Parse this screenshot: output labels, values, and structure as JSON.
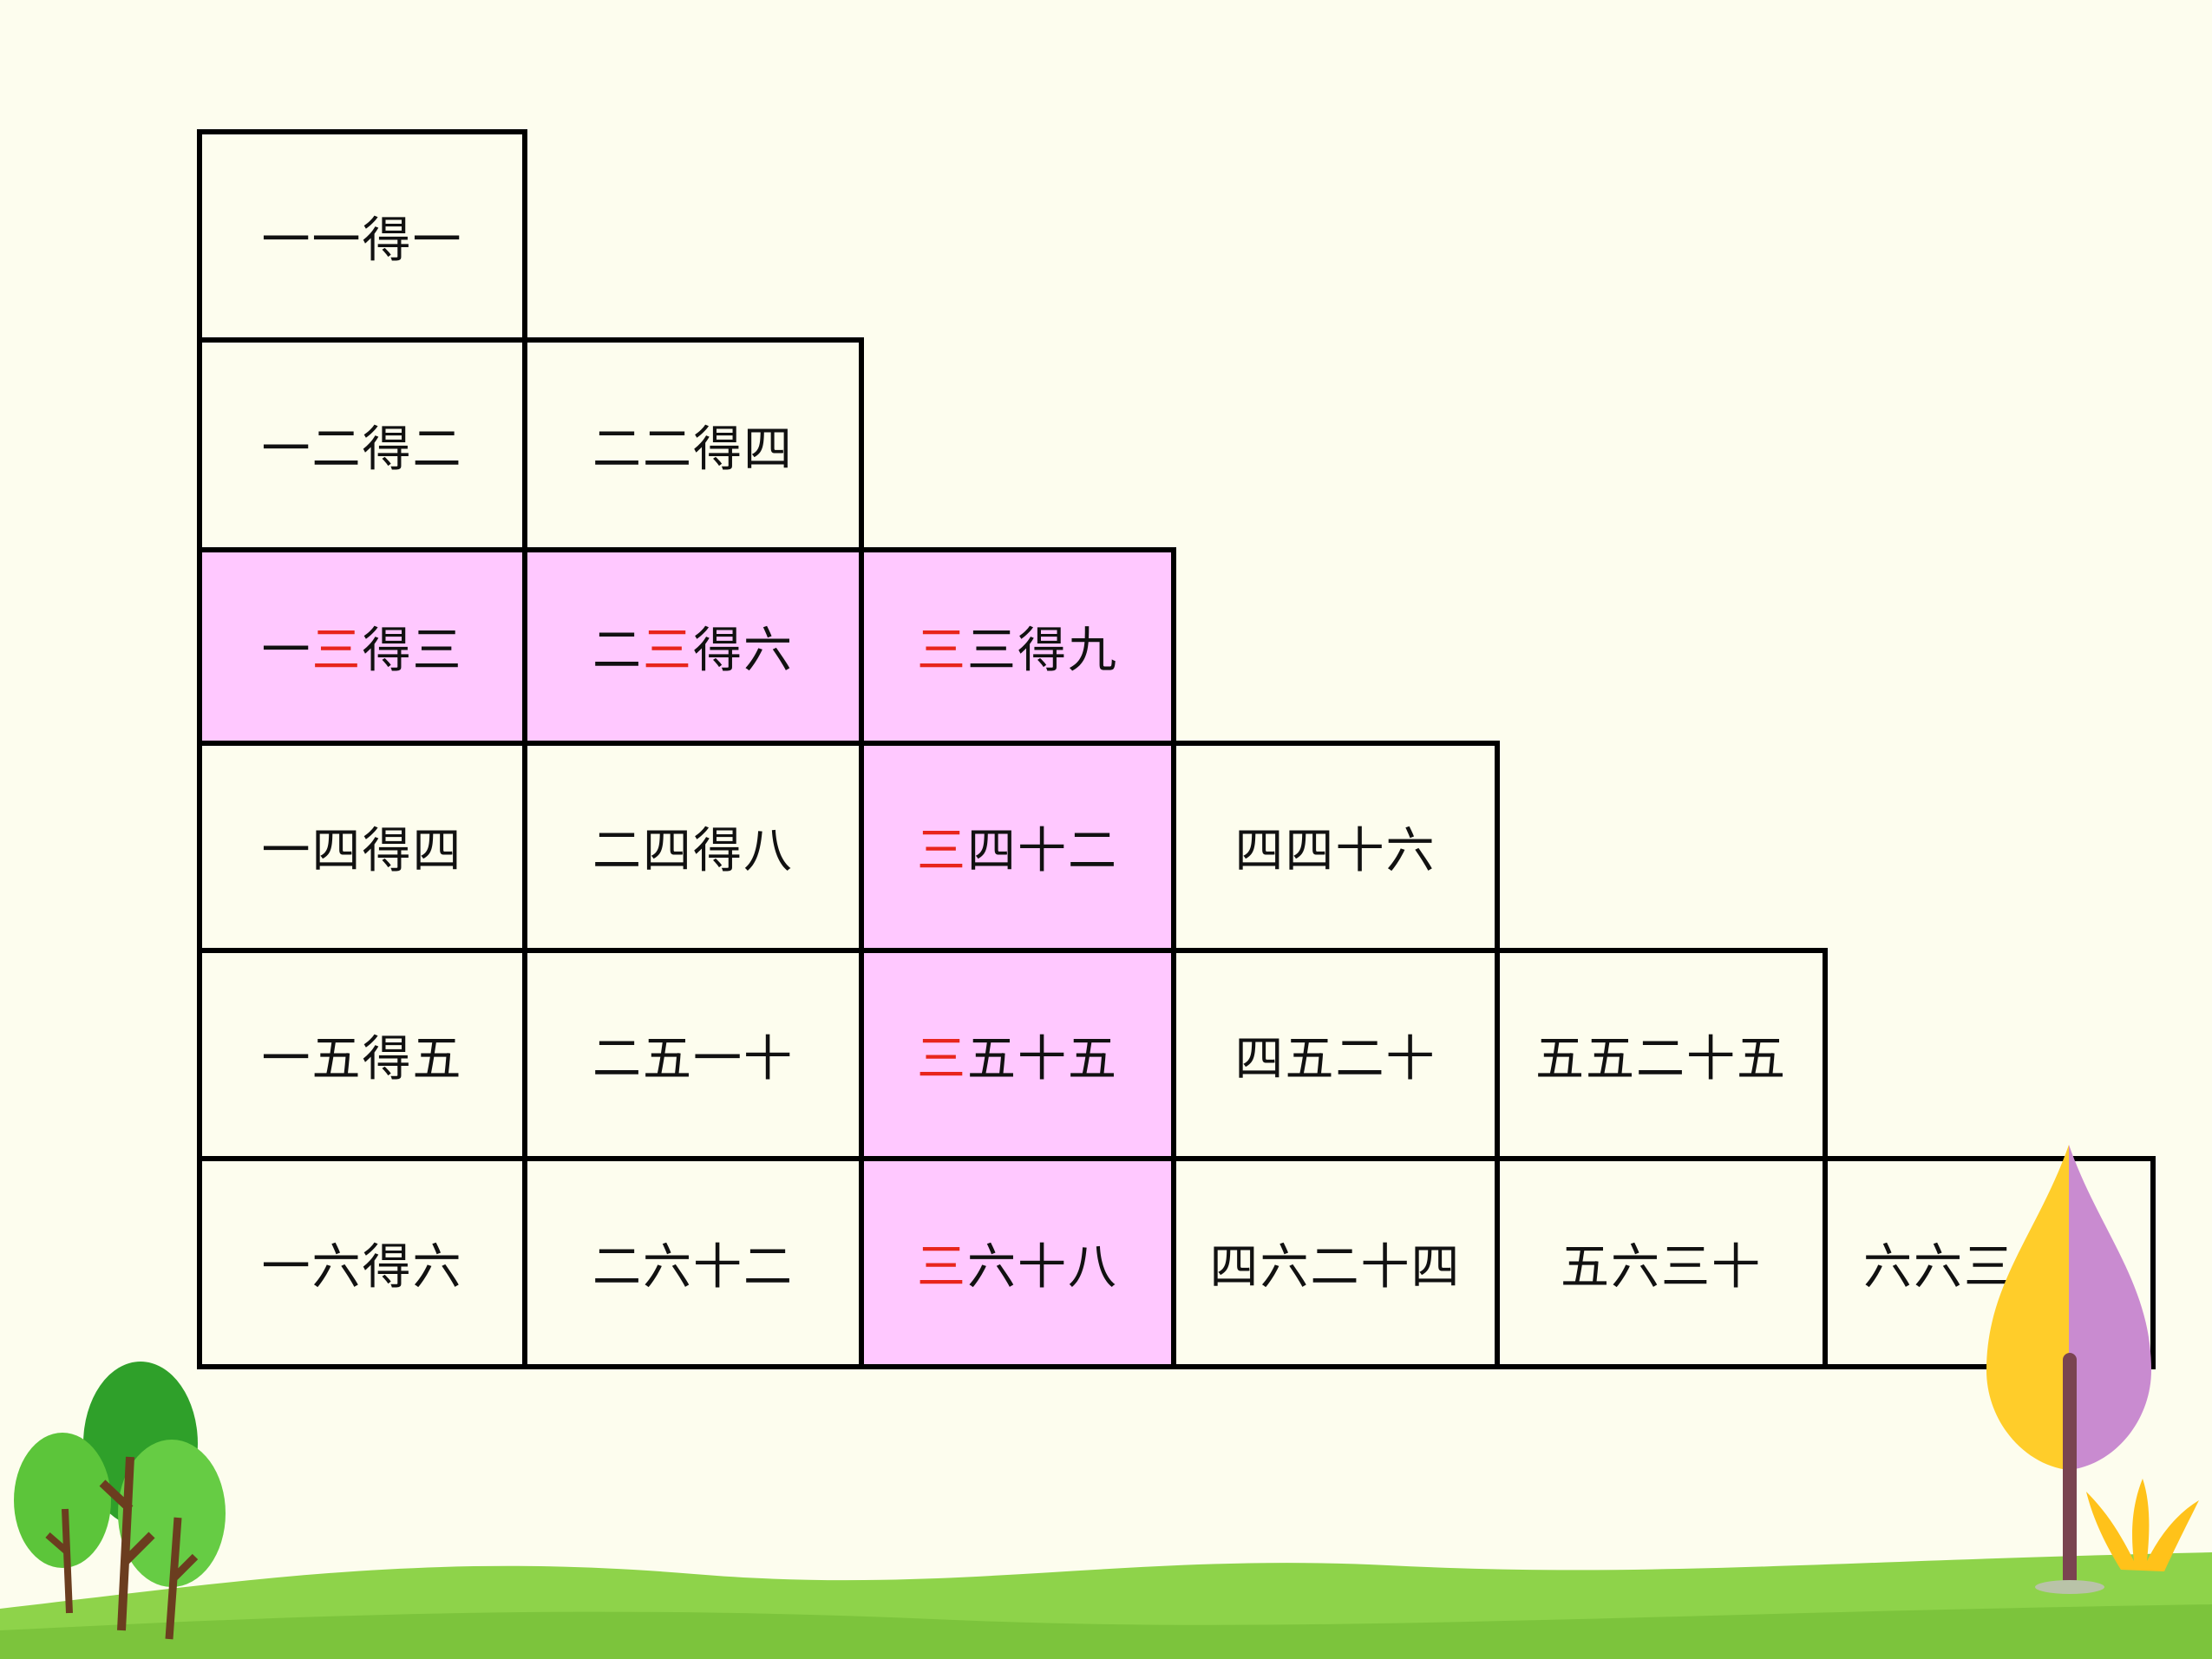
{
  "colors": {
    "background": "#fdfdee",
    "highlight": "#ffc8ff",
    "accent_text": "#e8251c",
    "grass": "#8ed34a",
    "tree_green": "#2fa02a",
    "leaf_yellow": "#ffcd2a",
    "leaf_purple": "#c98bd0"
  },
  "rows": [
    [
      {
        "pre": "一一得一"
      }
    ],
    [
      {
        "pre": "一二得二"
      },
      {
        "pre": "二二得四"
      }
    ],
    [
      {
        "pre": "一",
        "red": "三",
        "post": "得三",
        "hl": true
      },
      {
        "pre": "二",
        "red": "三",
        "post": "得六",
        "hl": true
      },
      {
        "red": "三",
        "post": "三得九",
        "hl": true
      }
    ],
    [
      {
        "pre": "一四得四"
      },
      {
        "pre": "二四得八"
      },
      {
        "red": "三",
        "post": "四十二",
        "hl": true
      },
      {
        "pre": "四四十六"
      }
    ],
    [
      {
        "pre": "一五得五"
      },
      {
        "pre": "二五一十"
      },
      {
        "red": "三",
        "post": "五十五",
        "hl": true
      },
      {
        "pre": "四五二十"
      },
      {
        "pre": "五五二十五"
      }
    ],
    [
      {
        "pre": "一六得六"
      },
      {
        "pre": "二六十二"
      },
      {
        "red": "三",
        "post": "六十八",
        "hl": true
      },
      {
        "pre": "四六二十四"
      },
      {
        "pre": "五六三十"
      },
      {
        "pre": "六六三十六"
      }
    ]
  ],
  "icons": [
    "tree-cluster-icon",
    "two-tone-leaf-tree-icon",
    "grass-tuft-icon",
    "grass-ground-icon"
  ]
}
